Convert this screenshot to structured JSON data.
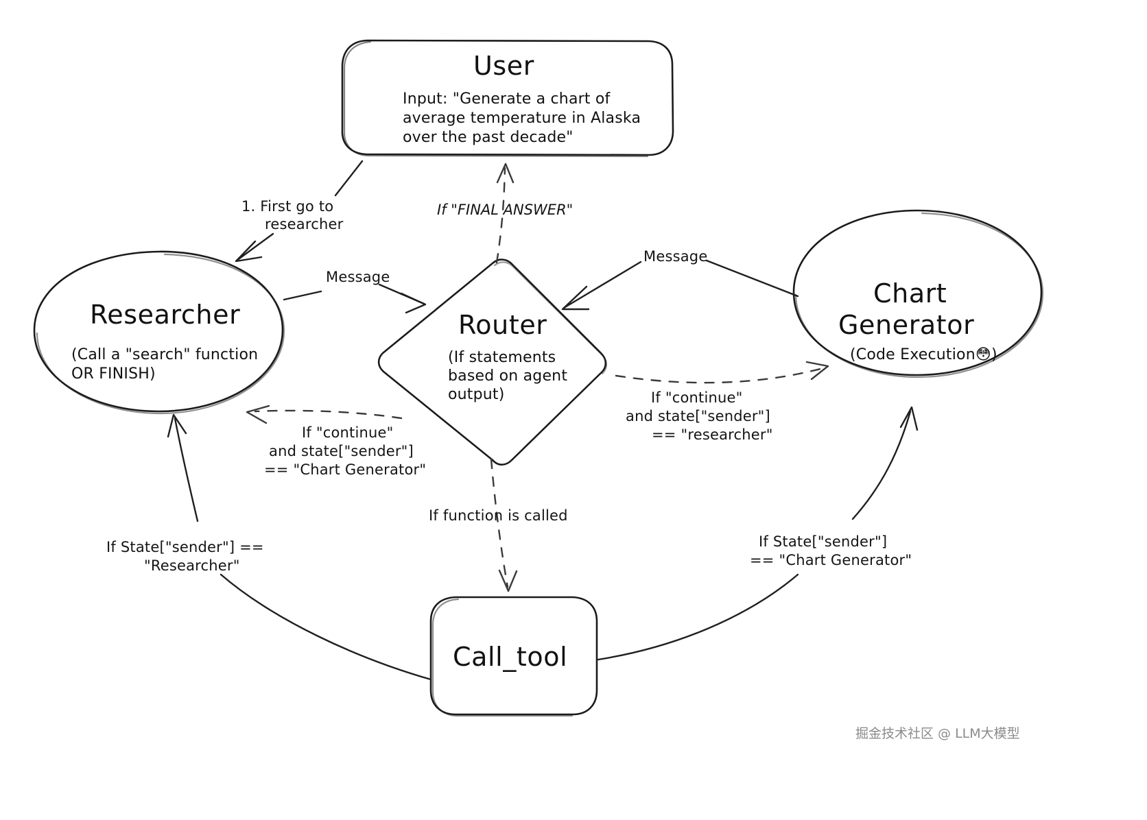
{
  "diagram": {
    "title": "LangGraph multi-agent collaboration flow",
    "background_color": "#ffffff",
    "ink_color": "#1b1b1b",
    "nodes": {
      "user": {
        "label": "User",
        "shape": "rounded-rect",
        "sub_line_1": "Input: \"Generate a chart of",
        "sub_line_2": "average temperature in Alaska",
        "sub_line_3": "over the past decade\""
      },
      "researcher": {
        "label": "Researcher",
        "shape": "ellipse",
        "sub_line_1": "(Call a \"search\" function",
        "sub_line_2": "OR FINISH)"
      },
      "router": {
        "label": "Router",
        "shape": "diamond",
        "sub_line_1": "(If statements",
        "sub_line_2": "based on agent",
        "sub_line_3": "output)"
      },
      "chart_generator": {
        "label_line_1": "Chart",
        "label_line_2": "Generator",
        "shape": "ellipse",
        "sub_line_1": "(Code Execution",
        "sub_emoji": "😳",
        "sub_line_1_end": ")"
      },
      "call_tool": {
        "label": "Call_tool",
        "shape": "rounded-rect"
      }
    },
    "edges": {
      "user_to_researcher": {
        "line_1": "1. First go to",
        "line_2": "researcher",
        "style": "solid",
        "from": "user",
        "to": "researcher"
      },
      "router_to_user": {
        "line_1": "If \"FINAL ANSWER\"",
        "style": "dashed",
        "from": "router",
        "to": "user"
      },
      "researcher_to_router": {
        "line_1": "Message",
        "style": "solid",
        "from": "researcher",
        "to": "router"
      },
      "chartgen_to_router": {
        "line_1": "Message",
        "style": "solid",
        "from": "chart_generator",
        "to": "router"
      },
      "router_to_researcher": {
        "line_1": "If \"continue\"",
        "line_2": "and state[\"sender\"]",
        "line_3": "== \"Chart Generator\"",
        "style": "dashed",
        "from": "router",
        "to": "researcher"
      },
      "router_to_chartgen": {
        "line_1": "If \"continue\"",
        "line_2": "and state[\"sender\"]",
        "line_3": "== \"researcher\"",
        "style": "dashed",
        "from": "router",
        "to": "chart_generator"
      },
      "router_to_calltool": {
        "line_1": "If function is called",
        "style": "dashed",
        "from": "router",
        "to": "call_tool"
      },
      "calltool_to_researcher": {
        "line_1": "If State[\"sender\"] ==",
        "line_2": "\"Researcher\"",
        "style": "solid",
        "from": "call_tool",
        "to": "researcher"
      },
      "calltool_to_chartgen": {
        "line_1": "If State[\"sender\"]",
        "line_2": "== \"Chart Generator\"",
        "style": "solid",
        "from": "call_tool",
        "to": "chart_generator"
      }
    },
    "watermark": {
      "text": "掘金技术社区 @ LLM大模型"
    }
  }
}
